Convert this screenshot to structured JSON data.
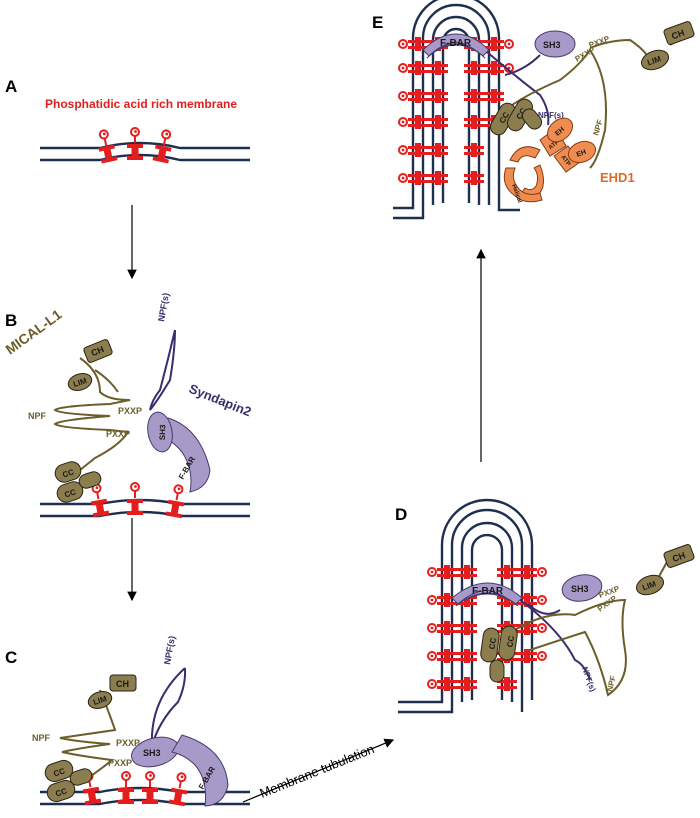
{
  "panels": {
    "A": {
      "label": "A",
      "membrane_title": "Phosphatidic acid rich membrane"
    },
    "B": {
      "label": "B",
      "mical": "MICAL-L1",
      "syndapin": "Syndapin2"
    },
    "C": {
      "label": "C"
    },
    "D": {
      "label": "D"
    },
    "E": {
      "label": "E",
      "ehd1": "EHD1"
    }
  },
  "domains": {
    "ch": "CH",
    "lim": "LIM",
    "cc": "CC",
    "npf": "NPF",
    "npfs": "NPF(s)",
    "pxxp": "PXXP",
    "sh3": "SH3",
    "fbar": "F-BAR",
    "eh": "EH",
    "atp": "ATP",
    "helical": "Helical"
  },
  "annotations": {
    "tubulation": "Membrane tubulation"
  },
  "colors": {
    "lipid_red": "#e41e1e",
    "membrane_navy": "#1f2f4f",
    "mical_olive": "#8b7d4e",
    "syndapin_purple": "#a89ac8",
    "ehd1_orange": "#ef8c52"
  }
}
